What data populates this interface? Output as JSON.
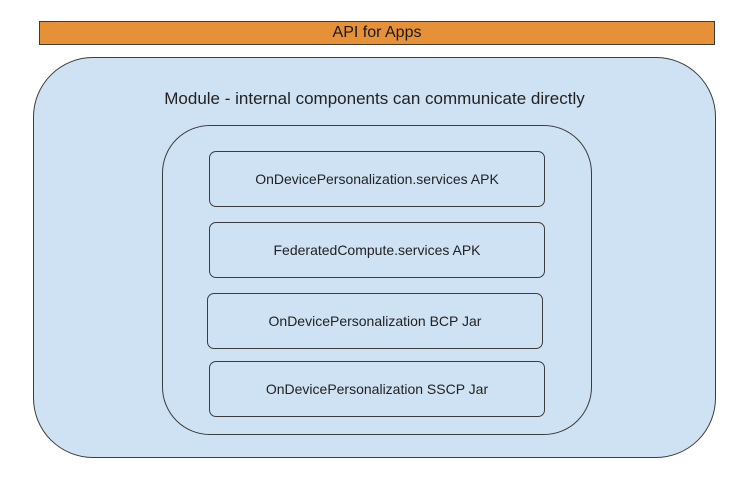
{
  "api_bar": {
    "label": "API for Apps"
  },
  "module": {
    "title": "Module - internal components can communicate directly",
    "components": [
      "OnDevicePersonalization.services APK",
      "FederatedCompute.services APK",
      "OnDevicePersonalization BCP Jar",
      "OnDevicePersonalization SSCP Jar"
    ]
  },
  "colors": {
    "api_bar": "#e69138",
    "module_fill": "#cfe2f3",
    "border": "#3c3c3c"
  }
}
